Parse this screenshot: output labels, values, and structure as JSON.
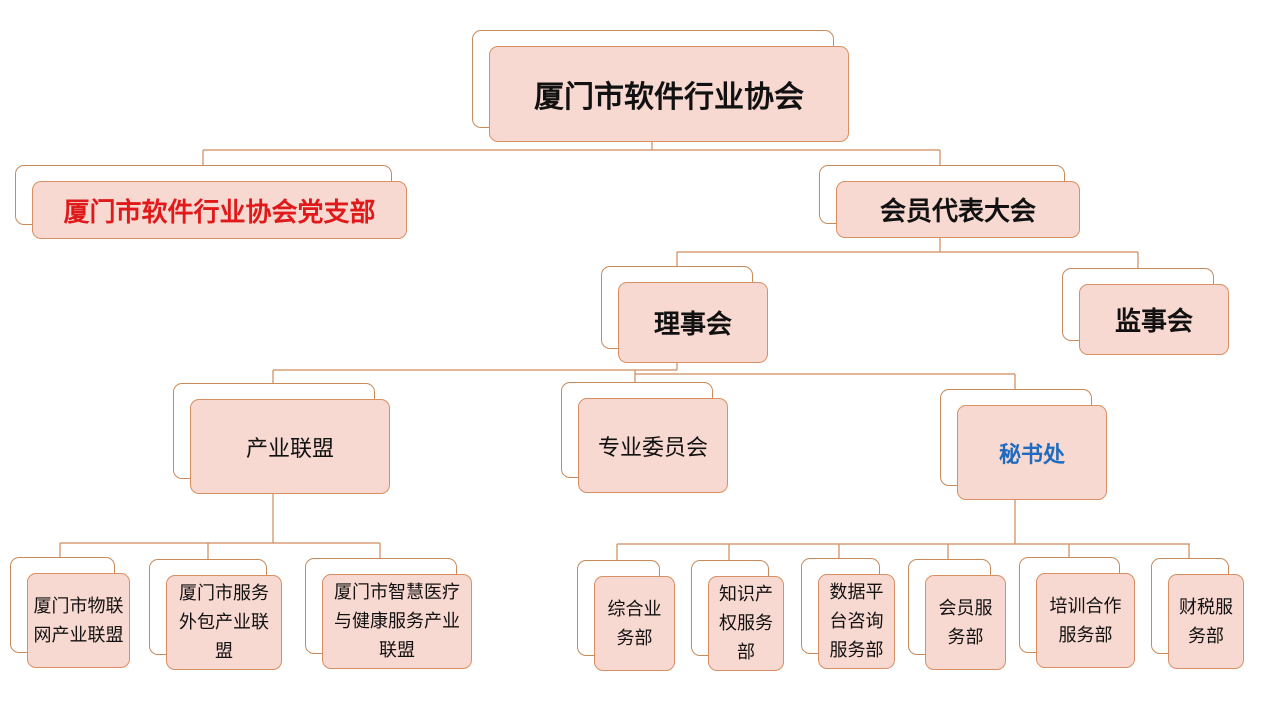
{
  "colors": {
    "box_fill": "#f8d9d1",
    "box_border": "#d98f63",
    "connector": "#d08a5a",
    "party_text": "#e01a1a",
    "secretariat_text": "#1f6bbf"
  },
  "org": {
    "root": "厦门市软件行业协会",
    "party_branch": "厦门市软件行业协会党支部",
    "members_congress": "会员代表大会",
    "council": "理事会",
    "supervisory_board": "监事会",
    "industry_alliance": "产业联盟",
    "special_committee": "专业委员会",
    "secretariat": "秘书处",
    "alliances": [
      "厦门市物联网产业联盟",
      "厦门市服务外包产业联盟",
      "厦门市智慧医疗与健康服务产业联盟"
    ],
    "departments": [
      "综合业务部",
      "知识产权服务部",
      "数据平台咨询服务部",
      "会员服务部",
      "培训合作服务部",
      "财税服务部"
    ]
  }
}
